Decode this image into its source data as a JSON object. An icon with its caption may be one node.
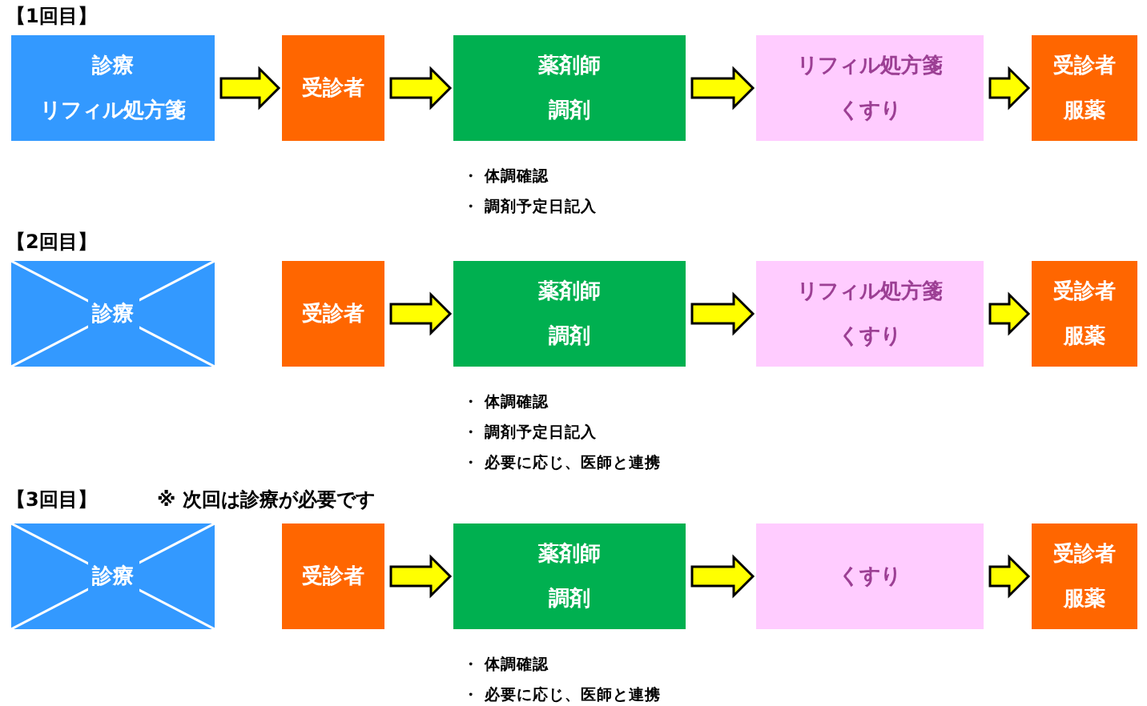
{
  "diagram": {
    "nodes": [
      {
        "text": [
          "診療",
          "リフィル処方箋"
        ]
      },
      {
        "text": [
          "受診者"
        ]
      },
      {
        "text": [
          "薬剤師",
          "調剤"
        ],
        "beside": [
          "・ 体調確認",
          "・ 調剤予定日記入"
        ]
      },
      {
        "text": [
          "リフィル処方箋",
          "くすり"
        ]
      },
      {
        "text": [
          "受診者",
          "服薬"
        ]
      },
      {
        "text": [
          "診療"
        ]
      },
      {
        "text": [
          "受診者"
        ]
      },
      {
        "text": [
          "薬剤師",
          "調剤"
        ],
        "beside": [
          "・ 体調確認",
          "・ 調剤予定日記入",
          "・ 必要に応じ、医師と連携"
        ]
      },
      {
        "text": [
          "リフィル処方箋",
          "くすり"
        ]
      },
      {
        "text": [
          "受診者",
          "服薬"
        ]
      },
      {
        "text": [
          "診療"
        ]
      },
      {
        "text": [
          "受診者"
        ]
      },
      {
        "text": [
          "薬剤師",
          "調剤"
        ],
        "beside": [
          "・ 体調確認",
          "・ 必要に応じ、医師と連携"
        ]
      },
      {
        "text": [
          "くすり"
        ]
      },
      {
        "text": [
          "受診者",
          "服薬"
        ]
      }
    ],
    "edges": [
      {
        "from": 0,
        "to": 1,
        "arrow": "to"
      },
      {
        "from": 1,
        "to": 2,
        "arrow": "to"
      },
      {
        "from": 2,
        "to": 3,
        "arrow": "to"
      },
      {
        "from": 3,
        "to": 4,
        "arrow": "to"
      },
      {
        "from": 6,
        "to": 7,
        "arrow": "to"
      },
      {
        "from": 7,
        "to": 8,
        "arrow": "to"
      },
      {
        "from": 8,
        "to": 9,
        "arrow": "to"
      },
      {
        "from": 11,
        "to": 12,
        "arrow": "to"
      },
      {
        "from": 12,
        "to": 13,
        "arrow": "to"
      },
      {
        "from": 13,
        "to": 14,
        "arrow": "to"
      }
    ],
    "labels": [
      "【1回目】",
      "【2回目】",
      "【3回目】",
      "※ 次回は診療が必要です"
    ]
  }
}
